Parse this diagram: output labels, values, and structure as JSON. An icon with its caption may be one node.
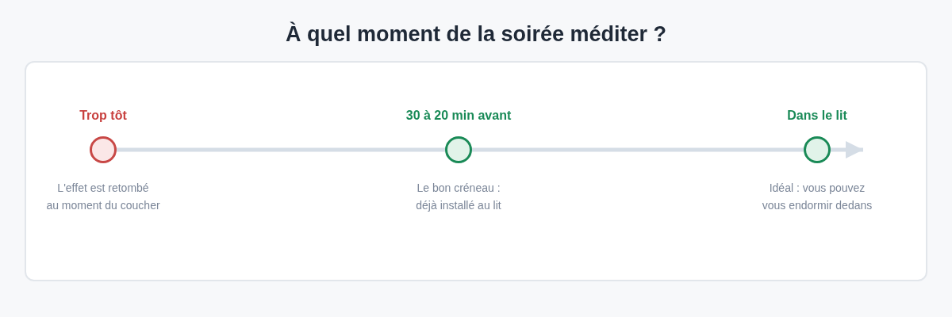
{
  "diagram": {
    "title": "À quel moment de la soirée méditer ?",
    "nodes": [
      {
        "text": [
          "Trop tôt"
        ],
        "beside": [
          "L'effet est retombé au moment du coucher"
        ]
      },
      {
        "text": [
          "30 à 20 min avant"
        ],
        "beside": [
          "Le bon créneau : déjà installé au lit"
        ]
      },
      {
        "text": [
          "Dans le lit"
        ],
        "beside": [
          "Idéal : vous pouvez vous endormir dedans"
        ]
      }
    ],
    "edges": [
      {
        "from": 0,
        "to": 1,
        "arrow": "none"
      },
      {
        "from": 1,
        "to": 2,
        "arrow": "none"
      },
      {
        "from": 2,
        "to": null,
        "arrow": "to"
      }
    ]
  }
}
